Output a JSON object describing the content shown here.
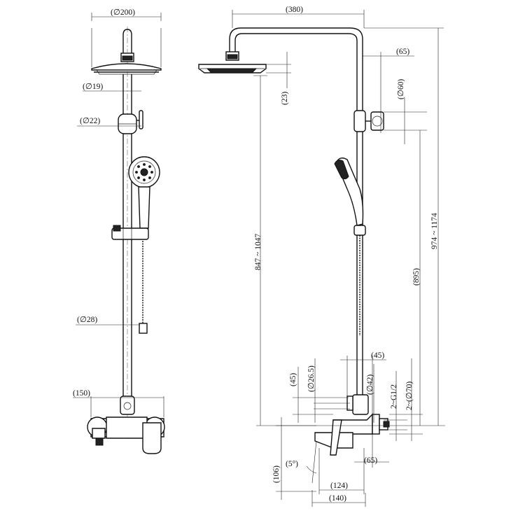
{
  "dimensions": {
    "head_diameter": "(∅200)",
    "arm_length": "(380)",
    "arm_offset_top": "(65)",
    "rod_diameter_upper": "(∅19)",
    "rod_diameter_diverter": "(∅22)",
    "rod_diameter_lower": "(∅28)",
    "head_thickness": "(23)",
    "diverter_knob_diameter": "(∅60)",
    "height_range_inner": "847 ~ 1047",
    "height_range_outer": "974 ~ 1174",
    "rod_length": "(895)",
    "mixer_width": "(150)",
    "mixer_height": "(45)",
    "spout_diameter": "(∅26.5)",
    "body_diameter": "(∅42)",
    "offset_depth": "(45)",
    "connection_thread": "2~G1/2",
    "flange_diameter": "2~(∅70)",
    "wall_depth": "(65)",
    "spout_drop": "(106)",
    "spout_angle": "(5°)",
    "spout_length": "(124)",
    "spout_reach": "(140)"
  }
}
